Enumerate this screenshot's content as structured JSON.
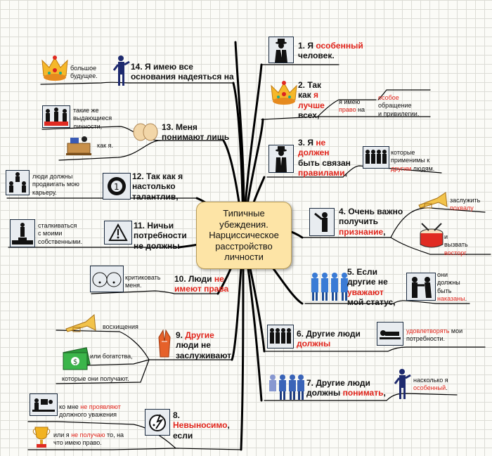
{
  "center": {
    "lines": [
      "Типичные",
      "убеждения.",
      "Нарциссическое",
      "расстройство",
      "личности"
    ]
  },
  "b1": {
    "a": "1. Я ",
    "b": "особенный",
    "c": "человек."
  },
  "b2": {
    "a": "2. Так",
    "b": "как ",
    "c": "я",
    "d": "лучше",
    "e": "всех,"
  },
  "b2s": {
    "a": "я имею",
    "b": "право",
    "c": " на",
    "d": "особое",
    "e": "обращение",
    "f": "и привилегии."
  },
  "b3": {
    "a": "3. Я ",
    "b": "не",
    "c": "должен",
    "d": "быть связан",
    "e": "правилами",
    "f": ","
  },
  "b3s": {
    "a": "которые",
    "b": "применимы к",
    "c": "другим",
    "d": " людям."
  },
  "b4": {
    "a": "4. Очень важно",
    "b": "получить",
    "c": "признание",
    "d": ","
  },
  "b4s": {
    "a": "заслужить",
    "b": "похвалу",
    "c": "и",
    "d": "вызвать",
    "e": "восторг",
    "f": "."
  },
  "b5": {
    "a": "5. Если",
    "b": "другие не",
    "c": "уважают",
    "d": "мой статус,"
  },
  "b5s": {
    "a": "они",
    "b": "должны",
    "c": "быть",
    "d": "наказаны",
    "e": "."
  },
  "b6": {
    "a": "6. Другие люди",
    "b": "должны"
  },
  "b6s": {
    "a": "удовлетворять",
    "b": " мои",
    "c": "потребности."
  },
  "b7": {
    "a": "7. Другие люди",
    "b": "должны ",
    "c": "понимать",
    "d": ","
  },
  "b7s": {
    "a": "насколько я",
    "b": "особенный",
    "c": "."
  },
  "b8": {
    "a": "8.",
    "b": "Невыносимо",
    "c": ",",
    "d": "если"
  },
  "b8s": {
    "a": "ко мне ",
    "b": "не проявляют",
    "c": "должного уважения",
    "d": "или я ",
    "e": "не получаю",
    "f": " то, на",
    "g": "что имею право."
  },
  "b9": {
    "a": "9. ",
    "b": "Другие",
    "c": "люди не",
    "d": "заслуживают"
  },
  "b9s": {
    "a": "восхищения",
    "b": "или богатства,",
    "c": "которые они получают."
  },
  "b10": {
    "a": "10. Люди ",
    "b": "не",
    "c": "имеют права"
  },
  "b10s": {
    "a": "критиковать",
    "b": "меня."
  },
  "b11": {
    "a": "11. Ничьи",
    "b": "потребности",
    "c": "не должны"
  },
  "b11s": {
    "a": "сталкиваться",
    "b": "с моими",
    "c": "собственными."
  },
  "b12": {
    "a": "12. Так как я",
    "b": "настолько",
    "c": "талантлив,"
  },
  "b12s": {
    "a": "люди должны",
    "b": "продвигать мою",
    "c": "карьеру."
  },
  "b13": {
    "a": "13. Меня",
    "b": "понимают лишь"
  },
  "b13s": {
    "a": "такие же",
    "b": "выдающиеся",
    "c": "личности,",
    "d": "как я."
  },
  "b14": {
    "a": "14. Я имею все",
    "b": "основания надеяться на"
  },
  "b14s": {
    "a": "большое",
    "b": "будущее."
  },
  "icons": [
    "man-in-hat-icon",
    "crown-icon",
    "businessman-icon",
    "podium-speaker-icon",
    "crowd-icon",
    "crowd-icon",
    "crowd-icon",
    "no-entry-sign-icon",
    "winners-podium-icon",
    "emblem-icon",
    "handshake-icon",
    "money-icon",
    "trumpet-icon",
    "trophy-icon",
    "drum-icon",
    "fight-icon",
    "sleeping-man-icon",
    "pointing-man-icon",
    "desk-icon",
    "faces-icon",
    "office-icon",
    "bomb-icon"
  ]
}
